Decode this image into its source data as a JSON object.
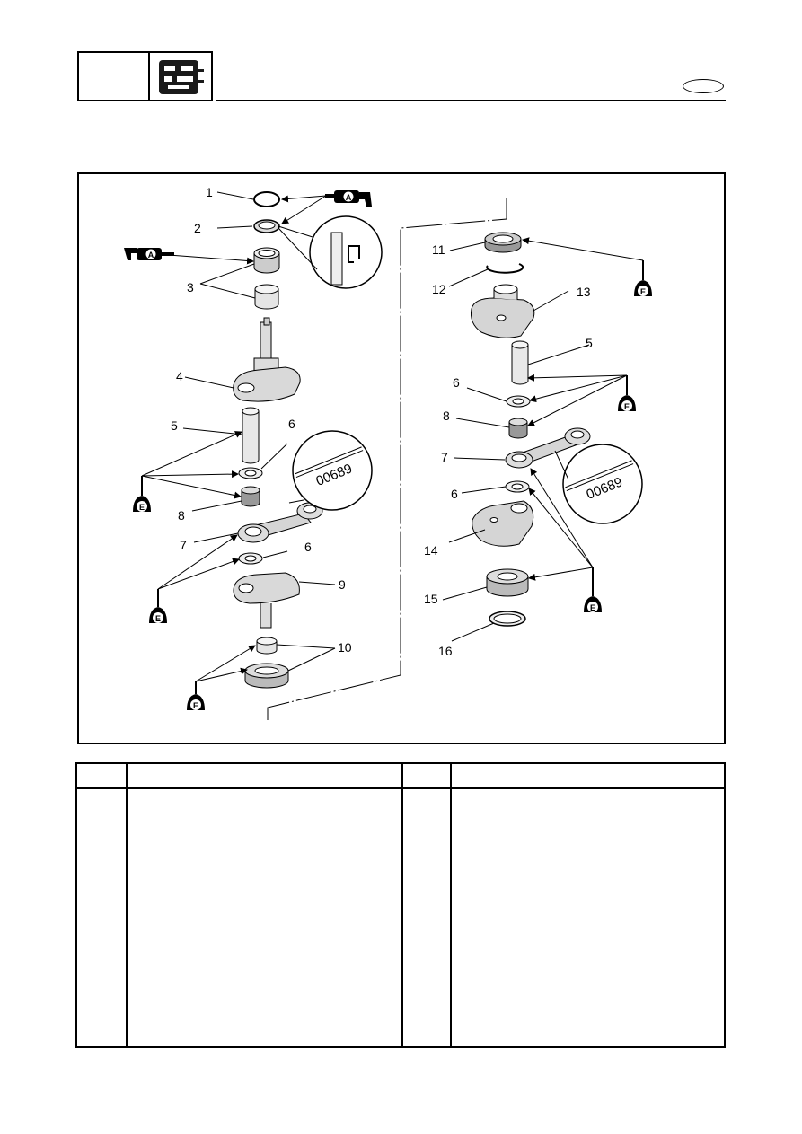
{
  "header": {
    "chapter_icon": "crankshaft-assembly-icon",
    "language_badge": ""
  },
  "figure": {
    "callouts": [
      "1",
      "2",
      "3",
      "4",
      "5",
      "6",
      "8",
      "7",
      "6",
      "9",
      "10",
      "11",
      "12",
      "13",
      "5",
      "6",
      "8",
      "7",
      "6",
      "14",
      "15",
      "16"
    ],
    "lubricant_a": "A",
    "lubricant_e": "E",
    "part_number_left": "00689",
    "part_number_right": "00689"
  },
  "parts_table": {
    "columns": [
      "",
      "",
      "",
      ""
    ],
    "rows": []
  }
}
